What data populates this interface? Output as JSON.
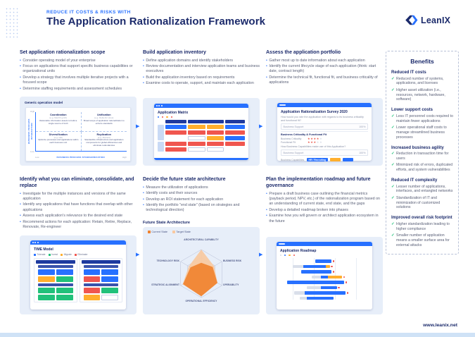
{
  "colors": {
    "navy": "#1B2A6B",
    "blue": "#2770FF",
    "panelText": "#5B6178",
    "shotBg": "#E7EEF9",
    "headerBar": "#1E3A9F",
    "rowLabel": "#C9DAF5",
    "red": "#F0564F",
    "yellow": "#FFAF2E",
    "green": "#21C17A",
    "gray": "#D9DFEA",
    "star": "#E8564C",
    "orangeDark": "#F08330",
    "orangeLight": "#F9C9A0",
    "strip": "#CFE2F6"
  },
  "icons": {
    "check": "✓",
    "bullet": "•",
    "arrow": "▶",
    "star": "★"
  },
  "header": {
    "eyebrow": "REDUCE IT COSTS & RISKS WITH",
    "title": "The Application Rationalization Framework",
    "logo": "LeanIX"
  },
  "footer": {
    "url": "www.leanix.net"
  },
  "panels": [
    {
      "title": "Set application rationalization scope",
      "bullets": [
        "Consider operating model of your enterprise",
        "Focus on applications that support specific business capabilities or organizational units",
        "Develop a strategy that involves multiple iterative projects with a focused scope",
        "Determine staffing requirements and assessment schedules"
      ]
    },
    {
      "title": "Build application inventory",
      "bullets": [
        "Define application domains and identify stakeholders",
        "Review documentation and interview application teams and business executives",
        "Build the application inventory based on requirements",
        "Examine costs to operate, support, and maintain each application"
      ]
    },
    {
      "title": "Assess the application portfolio",
      "bullets": [
        "Gather most up to date information about each application",
        "Identify the current lifecycle stage of each application (think: start date, contract length)",
        "Determine the technical fit, functional fit, and business criticality of applications"
      ]
    },
    {
      "title": "Identify what you can eliminate, consolidate, and replace",
      "bullets": [
        "Investigate for the multiple instances and versions of the same application",
        "Identify any applications that have functions that overlap with other applications",
        "Assess each application's relevance to the desired end state",
        "Recommend actions for each application: Retain, Retire, Replace, Renovate, Re-engineer"
      ]
    },
    {
      "title": "Decide the future state architecture",
      "bullets": [
        "Measure the utilization of applications",
        "Identify costs and their sources",
        "Develop an ROI statement for each application",
        "Identify the portfolio \"end state\" (based on strategies and technological direction)"
      ]
    },
    {
      "title": "Plan the implementation roadmap and future governance",
      "bullets": [
        "Prepare a draft business case outlining the financial metrics (payback period, NPV, etc.) of the rationalization program based on an understanding of current state, end state, and the gaps",
        "Develop a detailed roadmap broken into phases",
        "Examine how you will govern or architect application ecosystem in the future"
      ]
    }
  ],
  "mockups": {
    "om": {
      "title": "Generic operation model",
      "axis_y": "BUSINESS PROCESS INTEGRATION",
      "axis_x": "BUSINESS PROCESS STANDARDIZATION",
      "high": "High",
      "low": "Low",
      "quads": [
        {
          "name": "Coordination",
          "eg": "(e.g. Merrill Lynch)",
          "desc": "Rationalize information assets to build a single source of truth"
        },
        {
          "name": "Unification",
          "eg": "(e.g. Delta Air Lines)",
          "desc": "Broad scope of application rationalization to enforce standards"
        },
        {
          "name": "Diversification",
          "eg": "(e.g. GE)",
          "desc": "Optimize processes and applications within each business unit"
        },
        {
          "name": "Replication",
          "eg": "(e.g. Marriott)",
          "desc": "Standardize infrastructure and application components for global efficiencies and eliminate redundancies"
        }
      ]
    },
    "matrix": {
      "window_title": "Application Matrix",
      "legend_colors": [
        "blue",
        "red",
        "yellow",
        "red"
      ],
      "groupA": {
        "col1": [
          "blue",
          "red"
        ],
        "col2": [
          "yellow",
          "yellow",
          "red",
          "red",
          "outline",
          "yellow"
        ],
        "col3": [
          "blue",
          "red",
          "blue"
        ]
      },
      "groupB": {
        "col1": [
          "red",
          "red"
        ],
        "col2": [
          "red",
          "red",
          "outline",
          "outline"
        ],
        "col3": [
          "red"
        ]
      }
    },
    "survey": {
      "window_title": "Application Rationalization Survey 2020",
      "q1": "How would you rate the application with regards to its business criticality and functional fit?",
      "input_label": "Business Support",
      "input_value": "100%",
      "section": "Business Criticality & Functional Fit",
      "rows": [
        {
          "label": "Business Criticality",
          "stars": 4
        },
        {
          "label": "Functional Fit",
          "stars": 3
        }
      ],
      "q2": "How Business Capabilities make use of this Application?",
      "tag_label": "Business Capabilities",
      "tag": "HR / Recruiting"
    },
    "time": {
      "window_title": "TIME Model",
      "legend": [
        {
          "label": "Tolerate",
          "color": "blue"
        },
        {
          "label": "Invest",
          "color": "green"
        },
        {
          "label": "Migrate",
          "color": "yellow"
        },
        {
          "label": "Eliminate",
          "color": "red"
        }
      ],
      "left1": [
        "blue",
        "blue",
        "yellow",
        "green"
      ],
      "left2": [
        "green",
        "green",
        "green",
        "green"
      ],
      "right1": [
        "blue",
        "blue",
        "red",
        "blue"
      ],
      "right2": [
        "red",
        "green",
        "yellow",
        "outline"
      ]
    },
    "radar": {
      "heading": "Future State Architecture",
      "legend": [
        {
          "label": "Current State",
          "color": "orangeDark"
        },
        {
          "label": "Target State",
          "color": "orangeLight"
        }
      ],
      "axes": [
        "ARCHITECTURAL CAPABILITY",
        "BUSINESS RISK",
        "OPERABILITY",
        "OPERATIONAL EFFICIENCY",
        "STRATEGIC ALIGNMENT",
        "TECHNOLOGY RISK"
      ],
      "series": [
        {
          "name": "Target State",
          "color": "orangeLight",
          "values": [
            1.0,
            0.62,
            0.78,
            0.95,
            0.9,
            0.6
          ]
        },
        {
          "name": "Current State",
          "color": "orangeDark",
          "values": [
            0.45,
            0.55,
            0.78,
            0.95,
            0.88,
            0.52
          ]
        }
      ]
    },
    "roadmap": {
      "window_title": "Application Roadmap",
      "legend_colors": [
        "gray",
        "blue",
        "yellow",
        "red"
      ],
      "bars": [
        {
          "l": 40,
          "s": [
            [
              "blue",
              18
            ]
          ],
          "dot": true
        },
        {
          "l": 14,
          "s": [
            [
              "gray",
              12
            ],
            [
              "blue",
              26
            ],
            [
              "yellow",
              4
            ]
          ],
          "dot": true
        },
        {
          "l": 24,
          "s": [
            [
              "blue",
              34
            ]
          ],
          "dot": true
        },
        {
          "l": 36,
          "s": [
            [
              "gray",
              10
            ],
            [
              "blue",
              8
            ],
            [
              "yellow",
              16
            ]
          ],
          "dot": true
        },
        {
          "l": 8,
          "s": [
            [
              "blue",
              64
            ]
          ],
          "dot": true
        },
        {
          "l": 30,
          "s": [
            [
              "gray",
              16
            ],
            [
              "blue",
              18
            ]
          ],
          "dot": true
        },
        {
          "l": 16,
          "s": [
            [
              "gray",
              12
            ],
            [
              "blue",
              46
            ]
          ],
          "dot": true
        },
        {
          "l": 22,
          "s": [
            [
              "gray",
              8
            ],
            [
              "blue",
              30
            ]
          ],
          "dot": false
        }
      ]
    }
  },
  "benefits": {
    "title": "Benefits",
    "sections": [
      {
        "heading": "Reduced IT costs",
        "items": [
          "Reduced number of systems, applications, and licenses",
          "Higher asset utilization (i.e., resources, network, hardware, software)"
        ]
      },
      {
        "heading": "Lower support costs",
        "items": [
          "Less IT personnel costs required to maintain fewer applications",
          "Lower operational staff costs to manage streamlined business processes"
        ]
      },
      {
        "heading": "Increased business agility",
        "items": [
          "Reduction in transaction time for users",
          "Minimized risk of errors, duplicated efforts, and system vulnerabilities"
        ]
      },
      {
        "heading": "Reduced IT complexity",
        "items": [
          "Lesser number of applications, interfaces, and entangled networks",
          "Standardization of IT and minimization of customized solutions"
        ]
      },
      {
        "heading": "Improved overall risk footprint",
        "items": [
          "Higher standardization leading to higher compliance",
          "Smaller number of application means a smaller surface area for external attacks"
        ]
      }
    ]
  }
}
